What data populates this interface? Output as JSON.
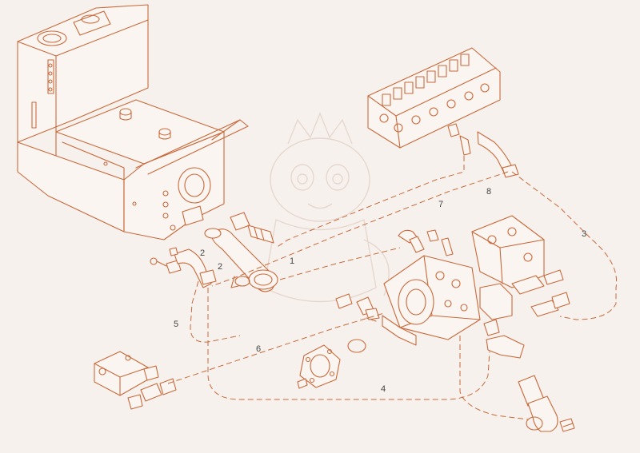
{
  "colors": {
    "background": "#f7f1ed",
    "line": "#c9693a",
    "label": "#444444"
  },
  "callouts": [
    {
      "id": "1",
      "text": "1"
    },
    {
      "id": "2a",
      "text": "2"
    },
    {
      "id": "2b",
      "text": "2"
    },
    {
      "id": "3",
      "text": "3"
    },
    {
      "id": "4",
      "text": "4"
    },
    {
      "id": "5",
      "text": "5"
    },
    {
      "id": "6",
      "text": "6"
    },
    {
      "id": "7",
      "text": "7"
    },
    {
      "id": "8",
      "text": "8"
    }
  ],
  "watermark": {
    "icon": "dragon-mascot-icon"
  }
}
